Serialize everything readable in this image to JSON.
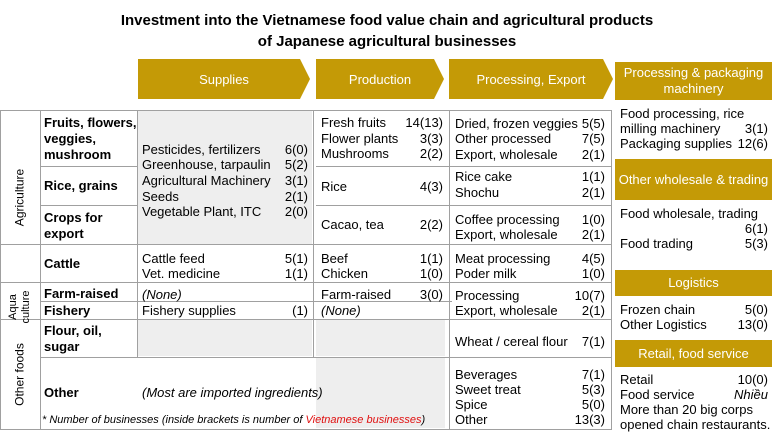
{
  "title": {
    "line1": "Investment into the Vietnamese food value chain and agricultural products",
    "line2": "of Japanese agricultural businesses"
  },
  "headers": {
    "supplies": "Supplies",
    "production": "Production",
    "processing": "Processing, Export"
  },
  "side_labels": {
    "agriculture": "Agriculture",
    "aquaculture_1": "Aqua",
    "aquaculture_2": "culture",
    "other_foods": "Other foods"
  },
  "categories": {
    "fruits": [
      "Fruits, flowers,",
      "veggies,",
      "mushroom"
    ],
    "rice": "Rice, grains",
    "crops": [
      "Crops for",
      "export"
    ],
    "cattle": "Cattle",
    "farm": "Farm-raised",
    "fishery": "Fishery",
    "flour": [
      "Flour, oil,",
      "sugar"
    ],
    "other": "Other"
  },
  "supplies": {
    "agri": [
      {
        "label": "Pesticides, fertilizers",
        "value": "6(0)"
      },
      {
        "label": "Greenhouse, tarpaulin",
        "value": "5(2)"
      },
      {
        "label": "Agricultural Machinery",
        "value": "3(1)"
      },
      {
        "label": "Seeds",
        "value": "2(1)"
      },
      {
        "label": "Vegetable Plant, ITC",
        "value": "2(0)"
      }
    ],
    "cattle": [
      {
        "label": "Cattle feed",
        "value": "5(1)"
      },
      {
        "label": "Vet. medicine",
        "value": "1(1)"
      }
    ],
    "farm_none": "(None)",
    "fishery": {
      "label": "Fishery supplies",
      "value": "(1)"
    },
    "other": "(Most are imported ingredients)"
  },
  "production": {
    "fruits": [
      {
        "label": "Fresh fruits",
        "value": "14(13)"
      },
      {
        "label": "Flower plants",
        "value": "3(3)"
      },
      {
        "label": "Mushrooms",
        "value": "2(2)"
      }
    ],
    "rice": {
      "label": "Rice",
      "value": "4(3)"
    },
    "crops": {
      "label": "Cacao, tea",
      "value": "2(2)"
    },
    "cattle": [
      {
        "label": "Beef",
        "value": "1(1)"
      },
      {
        "label": "Chicken",
        "value": "1(0)"
      }
    ],
    "farm": {
      "label": "Farm-raised",
      "value": "3(0)"
    },
    "fishery_none": "(None)"
  },
  "processing": {
    "fruits": [
      {
        "label": "Dried, frozen veggies",
        "value": "5(5)"
      },
      {
        "label": "Other processed",
        "value": "7(5)"
      },
      {
        "label": "Export, wholesale",
        "value": "2(1)"
      }
    ],
    "rice": [
      {
        "label": "Rice cake",
        "value": "1(1)"
      },
      {
        "label": "Shochu",
        "value": "2(1)"
      }
    ],
    "crops": [
      {
        "label": "Coffee processing",
        "value": "1(0)"
      },
      {
        "label": "Export, wholesale",
        "value": "2(1)"
      }
    ],
    "cattle": [
      {
        "label": "Meat processing",
        "value": "4(5)"
      },
      {
        "label": "Poder milk",
        "value": "1(0)"
      }
    ],
    "aqua": [
      {
        "label": "Processing",
        "value": "10(7)"
      },
      {
        "label": "Export, wholesale",
        "value": "2(1)"
      }
    ],
    "flour": {
      "label": "Wheat / cereal flour",
      "value": "7(1)"
    },
    "other": [
      {
        "label": "Beverages",
        "value": "7(1)"
      },
      {
        "label": "Sweet treat",
        "value": "5(3)"
      },
      {
        "label": "Spice",
        "value": "5(0)"
      },
      {
        "label": "Other",
        "value": "13(3)"
      }
    ]
  },
  "right": {
    "packaging": {
      "header": "Processing & packaging machinery",
      "items": [
        {
          "label1": "Food processing, rice",
          "label2": "milling machinery",
          "value": "3(1)"
        },
        {
          "label": "Packaging supplies",
          "value": "12(6)"
        }
      ]
    },
    "wholesale": {
      "header": "Other wholesale & trading",
      "items": [
        {
          "label": "Food wholesale, trading",
          "value": "6(1)"
        },
        {
          "label": "Food trading",
          "value": "5(3)"
        }
      ]
    },
    "logistics": {
      "header": "Logistics",
      "items": [
        {
          "label": "Frozen chain",
          "value": "5(0)"
        },
        {
          "label": "Other Logistics",
          "value": "13(0)"
        }
      ]
    },
    "retail": {
      "header": "Retail, food service",
      "items": [
        {
          "label": "Retail",
          "value": "10(0)"
        },
        {
          "label": "Food service",
          "value": "Nhiều"
        }
      ],
      "note1": "More than 20 big corps",
      "note2": "opened chain restaurants."
    }
  },
  "footnote": {
    "prefix": "* Number of businesses (inside brackets is number of ",
    "highlight": "Vietnamese businesses",
    "suffix": ")"
  },
  "colors": {
    "accent": "#c49a06",
    "cell_bg": "#eeeeee",
    "highlight": "#e01010"
  }
}
